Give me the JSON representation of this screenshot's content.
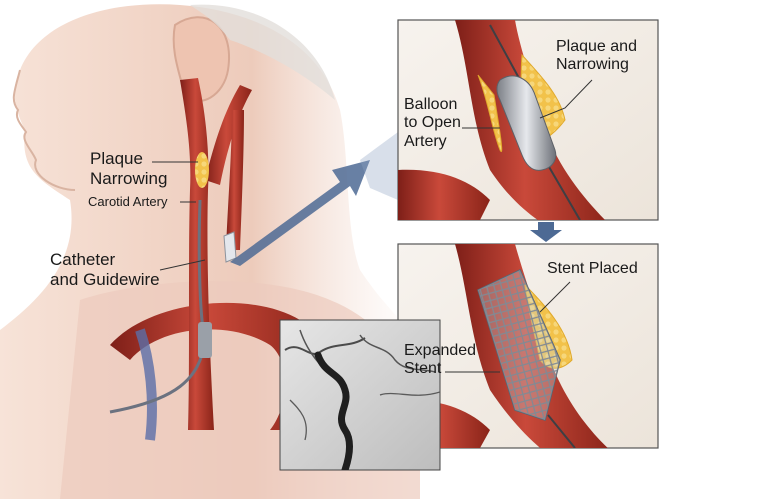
{
  "labels": {
    "plaque_narrowing_main": [
      "Plaque",
      "Narrowing"
    ],
    "carotid_artery": "Carotid Artery",
    "catheter_guidewire": [
      "Catheter",
      "and Guidewire"
    ],
    "balloon": [
      "Balloon",
      "to Open",
      "Artery"
    ],
    "plaque_and_narrowing": [
      "Plaque and",
      "Narrowing"
    ],
    "stent_placed": "Stent Placed",
    "expanded_stent": [
      "Expanded",
      "Stent"
    ]
  },
  "colors": {
    "artery": "#b83a2a",
    "artery_dark": "#7e1f18",
    "plaque": "#f2c24a",
    "skin": "#f0d6c8",
    "panel_bg": "#f3efe9",
    "arrow": "#4d6a94"
  }
}
